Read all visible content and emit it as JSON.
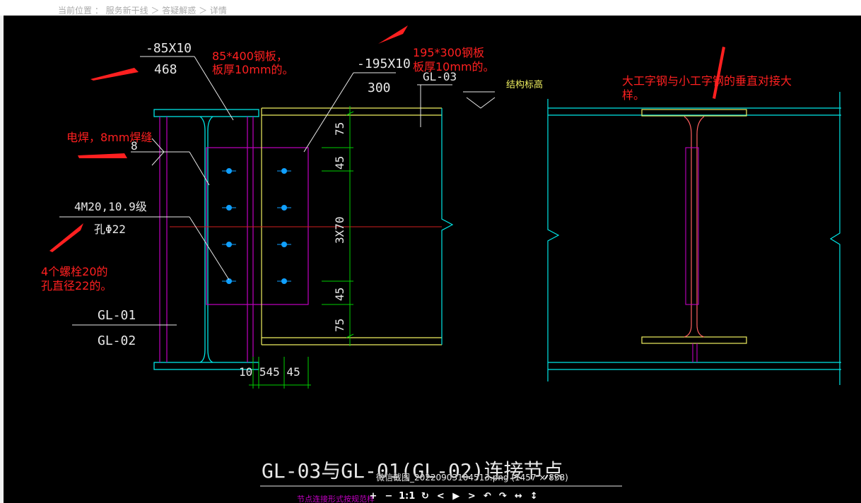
{
  "breadcrumb": "当前位置 ： 服务新干线 ＞ 答疑解惑 ＞ 详情",
  "drawing": {
    "labels": {
      "plate1_top": "-85X10",
      "plate1_bottom": "468",
      "plate2_top": "-195X10",
      "plate2_bottom": "300",
      "gl03_tag": "GL-03",
      "struct_level": "结构标高",
      "weld_size": "8",
      "bolt_spec": "4M20,10.9级",
      "hole_spec": "孔Φ22",
      "gl01": "GL-01",
      "gl02": "GL-02",
      "dim_75_top": "75",
      "dim_45_top": "45",
      "dim_3x70": "3X70",
      "dim_45_bottom": "45",
      "dim_75_bottom": "75",
      "dim_bottom_row": "10 545 45",
      "main_title": "GL-03与GL-01(GL-02)连接节点",
      "sub_title": "节点连接形式按规范样"
    },
    "annotations": {
      "plate1_note_1": "85*400钢板，",
      "plate1_note_2": "板厚10mm的。",
      "plate2_note_1": "195*300钢板",
      "plate2_note_2": "板厚10mm的。",
      "weld_note": "电焊，8mm焊缝",
      "bolt_note_1": "4个螺栓20的",
      "bolt_note_2": "孔直径22的。",
      "right_note_1": "大工字钢与小工字钢的垂直对接大",
      "right_note_2": "样。"
    }
  },
  "viewer": {
    "caption": "微信截图_20220903104513.png (1457 × 838)",
    "toolbar": [
      "+",
      "−",
      "1:1",
      "↻",
      "<",
      "▶",
      ">",
      "↶",
      "↷",
      "↔",
      "↕"
    ]
  },
  "colors": {
    "cyan": "#00e5e5",
    "yellow": "#f0f060",
    "green": "#00d000",
    "magenta": "#c000c0",
    "white": "#e8e8e8",
    "red_text": "#ff2020",
    "bolt_blue": "#10a0ff"
  }
}
